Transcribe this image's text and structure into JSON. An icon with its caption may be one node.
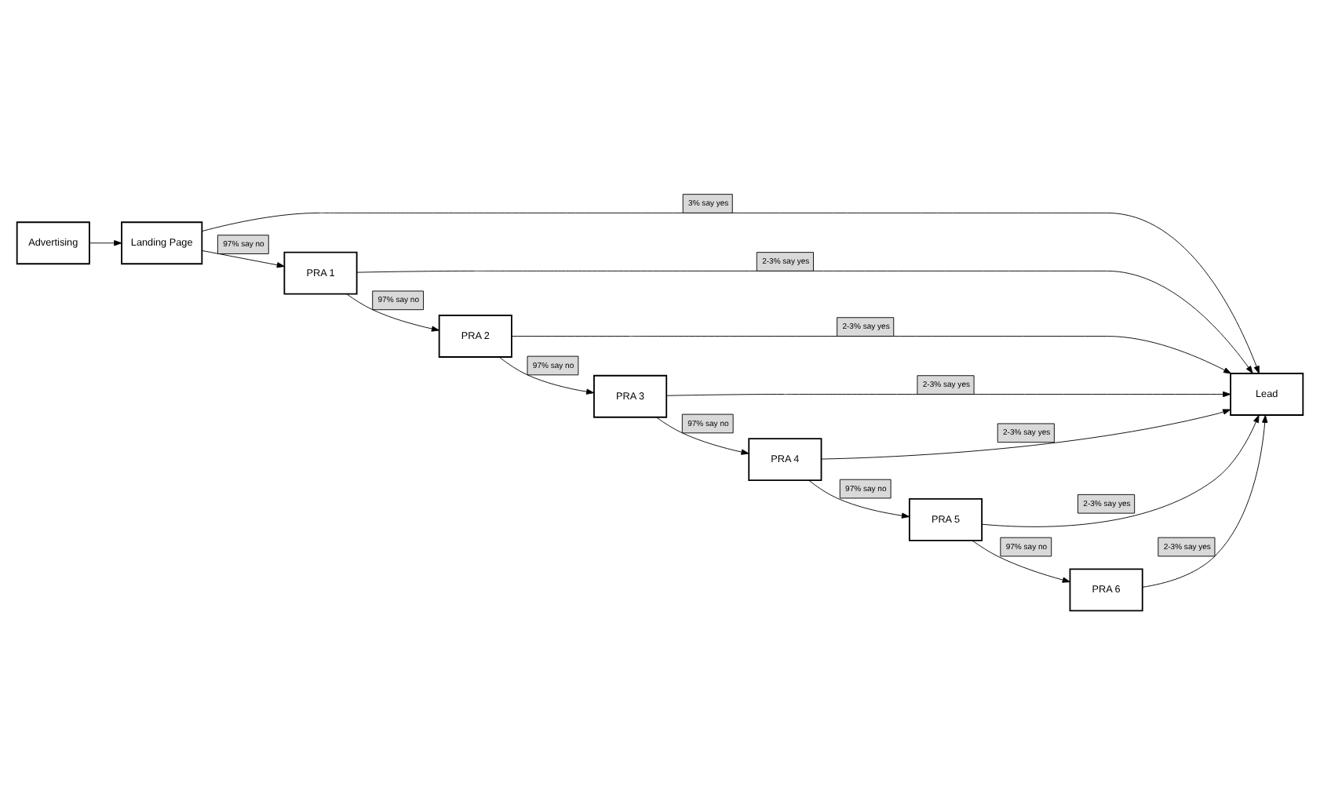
{
  "diagram": {
    "nodes": [
      {
        "text": [
          "Advertising"
        ]
      },
      {
        "text": [
          "Landing Page"
        ]
      },
      {
        "text": [
          "Lead"
        ]
      },
      {
        "text": [
          "PRA 1"
        ]
      },
      {
        "text": [
          "PRA 2"
        ]
      },
      {
        "text": [
          "PRA 3"
        ]
      },
      {
        "text": [
          "PRA 4"
        ]
      },
      {
        "text": [
          "PRA 5"
        ]
      },
      {
        "text": [
          "PRA 6"
        ]
      }
    ],
    "edges": [
      {
        "from": 0,
        "to": 1,
        "arrow": "to"
      },
      {
        "from": 1,
        "to": 2,
        "arrow": "to",
        "label": "3% say yes"
      },
      {
        "from": 1,
        "to": 3,
        "arrow": "to",
        "label": "97% say no"
      },
      {
        "from": 3,
        "to": 2,
        "arrow": "to",
        "label": "2-3% say yes"
      },
      {
        "from": 3,
        "to": 4,
        "arrow": "to",
        "label": "97% say no"
      },
      {
        "from": 4,
        "to": 2,
        "arrow": "to",
        "label": "2-3% say yes"
      },
      {
        "from": 4,
        "to": 5,
        "arrow": "to",
        "label": "97% say no"
      },
      {
        "from": 5,
        "to": 2,
        "arrow": "to",
        "label": "2-3% say yes"
      },
      {
        "from": 5,
        "to": 6,
        "arrow": "to",
        "label": "97% say no"
      },
      {
        "from": 6,
        "to": 2,
        "arrow": "to",
        "label": "2-3% say yes"
      },
      {
        "from": 6,
        "to": 7,
        "arrow": "to",
        "label": "97% say no"
      },
      {
        "from": 7,
        "to": 2,
        "arrow": "to",
        "label": "2-3% say yes"
      },
      {
        "from": 7,
        "to": 8,
        "arrow": "to",
        "label": "97% say no"
      },
      {
        "from": 8,
        "to": 2,
        "arrow": "to",
        "label": "2-3% say yes"
      }
    ]
  }
}
